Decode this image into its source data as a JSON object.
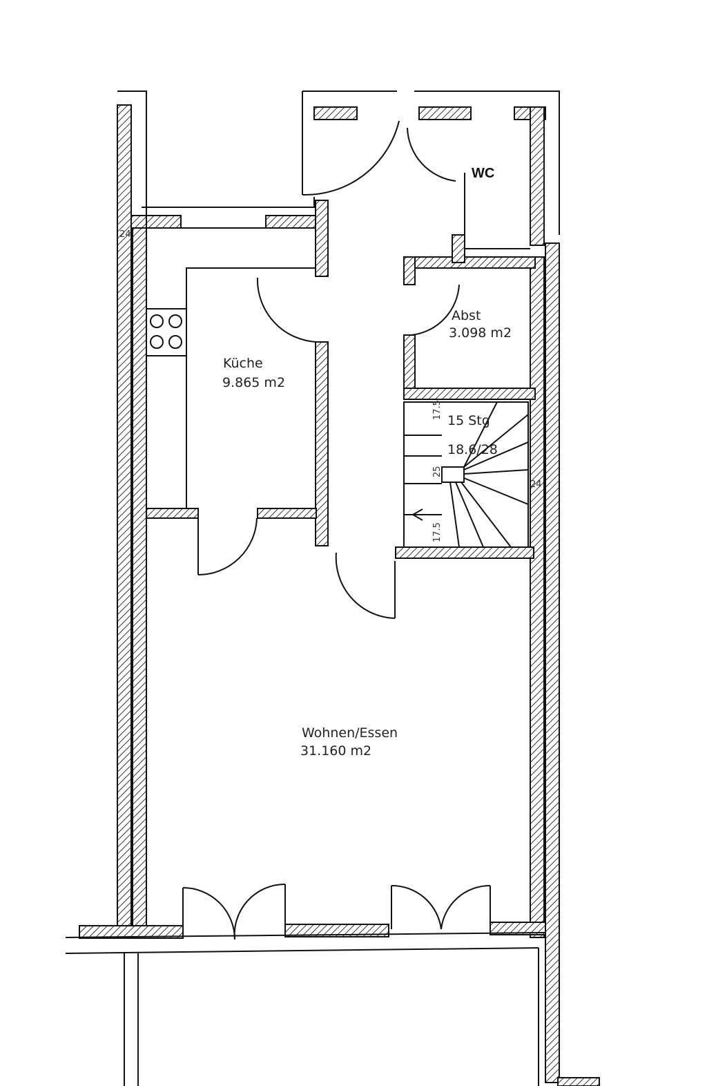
{
  "rooms": {
    "wc": {
      "name": "WC"
    },
    "kueche": {
      "name": "Küche",
      "area": "9.865 m2"
    },
    "abst": {
      "name": "Abst",
      "area": "3.098 m2"
    },
    "wohnen": {
      "name": "Wohnen/Essen",
      "area": "31.160 m2"
    }
  },
  "stair": {
    "steps": "15 Stg",
    "ratio": "18.6/28"
  },
  "dims": {
    "d1": "24",
    "d2": "24",
    "d3": "25",
    "d4": "17.5",
    "d5": "17.5"
  },
  "colors": {
    "line": "#111111",
    "hatch": "#333333",
    "background": "#ffffff"
  }
}
